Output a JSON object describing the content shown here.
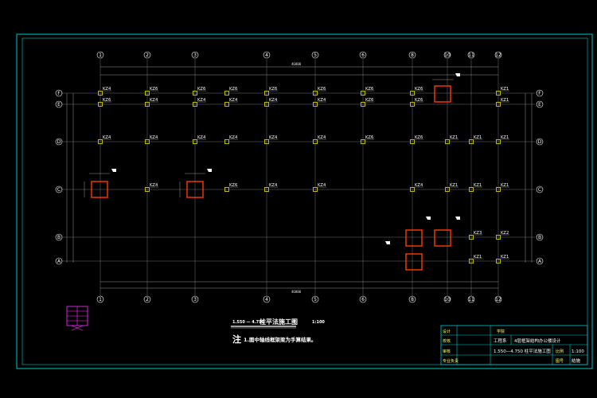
{
  "drawing": {
    "axes_top": [
      "1",
      "2",
      "3",
      "4",
      "5",
      "6",
      "8",
      "10",
      "11",
      "12"
    ],
    "axes_left": [
      "A",
      "B",
      "C",
      "D",
      "E",
      "F"
    ],
    "overall_dim": "46800",
    "columns": [
      {
        "row": "F",
        "col": "1",
        "label": "KZ4"
      },
      {
        "row": "F",
        "col": "2",
        "label": "KZ6"
      },
      {
        "row": "F",
        "col": "3",
        "label": "KZ6"
      },
      {
        "row": "F",
        "col": "3b",
        "label": "KZ6"
      },
      {
        "row": "F",
        "col": "4",
        "label": "KZ6"
      },
      {
        "row": "F",
        "col": "5",
        "label": "KZ6"
      },
      {
        "row": "F",
        "col": "6",
        "label": "KZ6"
      },
      {
        "row": "F",
        "col": "8",
        "label": "KZ6"
      },
      {
        "row": "F",
        "col": "12",
        "label": "KZ1"
      },
      {
        "row": "E",
        "col": "1",
        "label": "KZ6"
      },
      {
        "row": "E",
        "col": "2",
        "label": "KZ4"
      },
      {
        "row": "E",
        "col": "3",
        "label": "KZ4"
      },
      {
        "row": "E",
        "col": "3b",
        "label": "KZ4"
      },
      {
        "row": "E",
        "col": "4",
        "label": "KZ4"
      },
      {
        "row": "E",
        "col": "5",
        "label": "KZ4"
      },
      {
        "row": "E",
        "col": "6",
        "label": "KZ6"
      },
      {
        "row": "E",
        "col": "8",
        "label": "KZ6"
      },
      {
        "row": "E",
        "col": "12",
        "label": "KZ1"
      },
      {
        "row": "D",
        "col": "1",
        "label": "KZ4"
      },
      {
        "row": "D",
        "col": "2",
        "label": "KZ4"
      },
      {
        "row": "D",
        "col": "3",
        "label": "KZ4"
      },
      {
        "row": "D",
        "col": "3b",
        "label": "KZ4"
      },
      {
        "row": "D",
        "col": "4",
        "label": "KZ4"
      },
      {
        "row": "D",
        "col": "5",
        "label": "KZ4"
      },
      {
        "row": "D",
        "col": "6",
        "label": "KZ6"
      },
      {
        "row": "D",
        "col": "8",
        "label": "KZ6"
      },
      {
        "row": "D",
        "col": "10",
        "label": "KZ1"
      },
      {
        "row": "D",
        "col": "11",
        "label": "KZ1"
      },
      {
        "row": "D",
        "col": "12",
        "label": "KZ1"
      },
      {
        "row": "C",
        "col": "2",
        "label": "KZ4"
      },
      {
        "row": "C",
        "col": "3b",
        "label": "KZ6"
      },
      {
        "row": "C",
        "col": "4",
        "label": "KZ4"
      },
      {
        "row": "C",
        "col": "5",
        "label": "KZ4"
      },
      {
        "row": "C",
        "col": "8",
        "label": "KZ4"
      },
      {
        "row": "C",
        "col": "10",
        "label": "KZ1"
      },
      {
        "row": "C",
        "col": "11",
        "label": "KZ1"
      },
      {
        "row": "C",
        "col": "12",
        "label": "KZ1"
      },
      {
        "row": "B",
        "col": "11",
        "label": "KZ3"
      },
      {
        "row": "B",
        "col": "12",
        "label": "KZ2"
      },
      {
        "row": "A",
        "col": "11",
        "label": "KZ1"
      },
      {
        "row": "A",
        "col": "12",
        "label": "KZ1"
      }
    ]
  },
  "caption": {
    "prefix": "1.550 — 4.750",
    "title": "柱平法施工图",
    "scale": "1:100",
    "note_mark": "注",
    "note_text": "1.图中轴线框架梁为手算结果。"
  },
  "title_block": {
    "school": "学院",
    "dept": "工程系",
    "project": "4层框架结构办公楼设计",
    "drawing_name": "1.550—4.750 柱平法施工图",
    "roles": [
      "设计",
      "校核",
      "审核",
      "专业负责"
    ],
    "scale_label": "比例",
    "scale_value": "1:100",
    "sheet_label": "图号",
    "sheet_value": "结施"
  }
}
